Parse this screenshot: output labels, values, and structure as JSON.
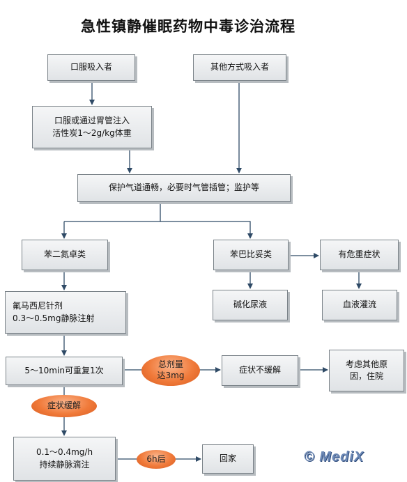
{
  "title": "急性镇静催眠药物中毒诊治流程",
  "nodes": {
    "oral_intake": "口服吸入者",
    "other_intake": "其他方式吸入者",
    "charcoal": "口服或通过胃管注入\n活性炭1～2g/kg体重",
    "airway": "保护气道通畅，必要时气管插管；监护等",
    "benzodiazepine": "苯二氮卓类",
    "barbiturate": "苯巴比妥类",
    "severe_symptoms": "有危重症状",
    "flumazenil": "氟马西尼针剂\n0.3～0.5mg静脉注射",
    "alkalinize_urine": "碱化尿液",
    "hemoperfusion": "血液灌流",
    "repeat_dose": "5～10min可重复1次",
    "no_relief": "症状不缓解",
    "consider_other": "考虑其他原\n因，住院",
    "infusion": "0.1～0.4mg/h\n持续静脉滴注",
    "go_home": "回家"
  },
  "labels": {
    "total_dose": "总剂量\n达3mg",
    "symptom_relief": "症状缓解",
    "after_6h": "6h后"
  },
  "watermark": "© MediX",
  "colors": {
    "arrow": "#2f4a66",
    "box_border": "#7a8288",
    "oval": "#f07a3a"
  }
}
